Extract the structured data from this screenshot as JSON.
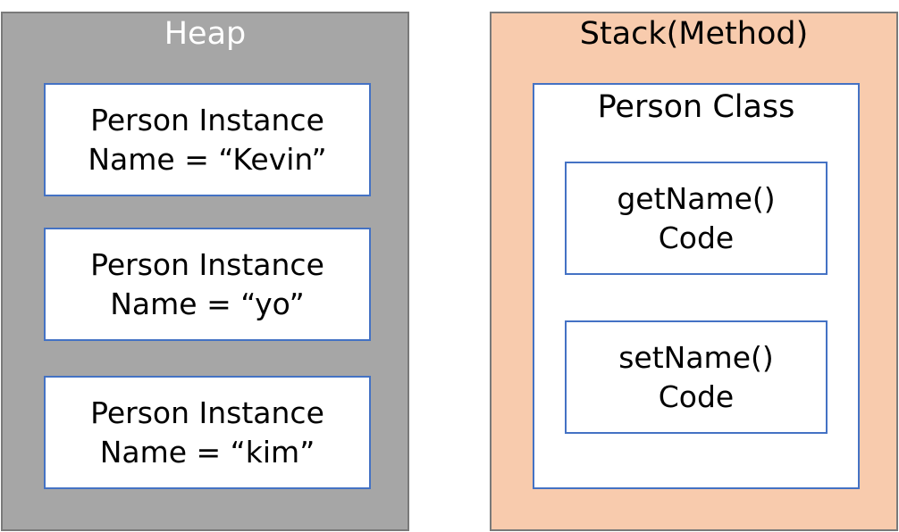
{
  "heap": {
    "title": "Heap",
    "instances": [
      {
        "line1": "Person Instance",
        "line2": "Name = “Kevin”"
      },
      {
        "line1": "Person Instance",
        "line2": "Name = “yo”"
      },
      {
        "line1": "Person Instance",
        "line2": "Name = “kim”"
      }
    ]
  },
  "stack": {
    "title": "Stack(Method)",
    "class_title": "Person Class",
    "methods": [
      {
        "line1": "getName()",
        "line2": "Code"
      },
      {
        "line1": "setName()",
        "line2": "Code"
      }
    ]
  },
  "colors": {
    "heap_bg": "#a6a6a6",
    "stack_bg": "#f8cbad",
    "box_border": "#4472c4",
    "panel_border": "#7a7a7a"
  }
}
